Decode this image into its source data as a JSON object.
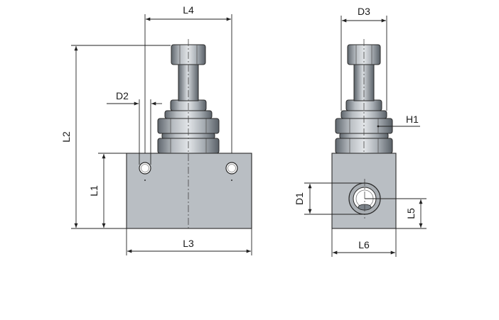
{
  "labels": {
    "L1": "L1",
    "L2": "L2",
    "L3": "L3",
    "L4": "L4",
    "L5": "L5",
    "L6": "L6",
    "D1": "D1",
    "D2": "D2",
    "D3": "D3",
    "H1": "H1"
  },
  "colors": {
    "body_fill": "#b9bec3",
    "nut_light": "#d3d7db",
    "nut_dark": "#6f767d",
    "outline": "#2a2a2a"
  }
}
